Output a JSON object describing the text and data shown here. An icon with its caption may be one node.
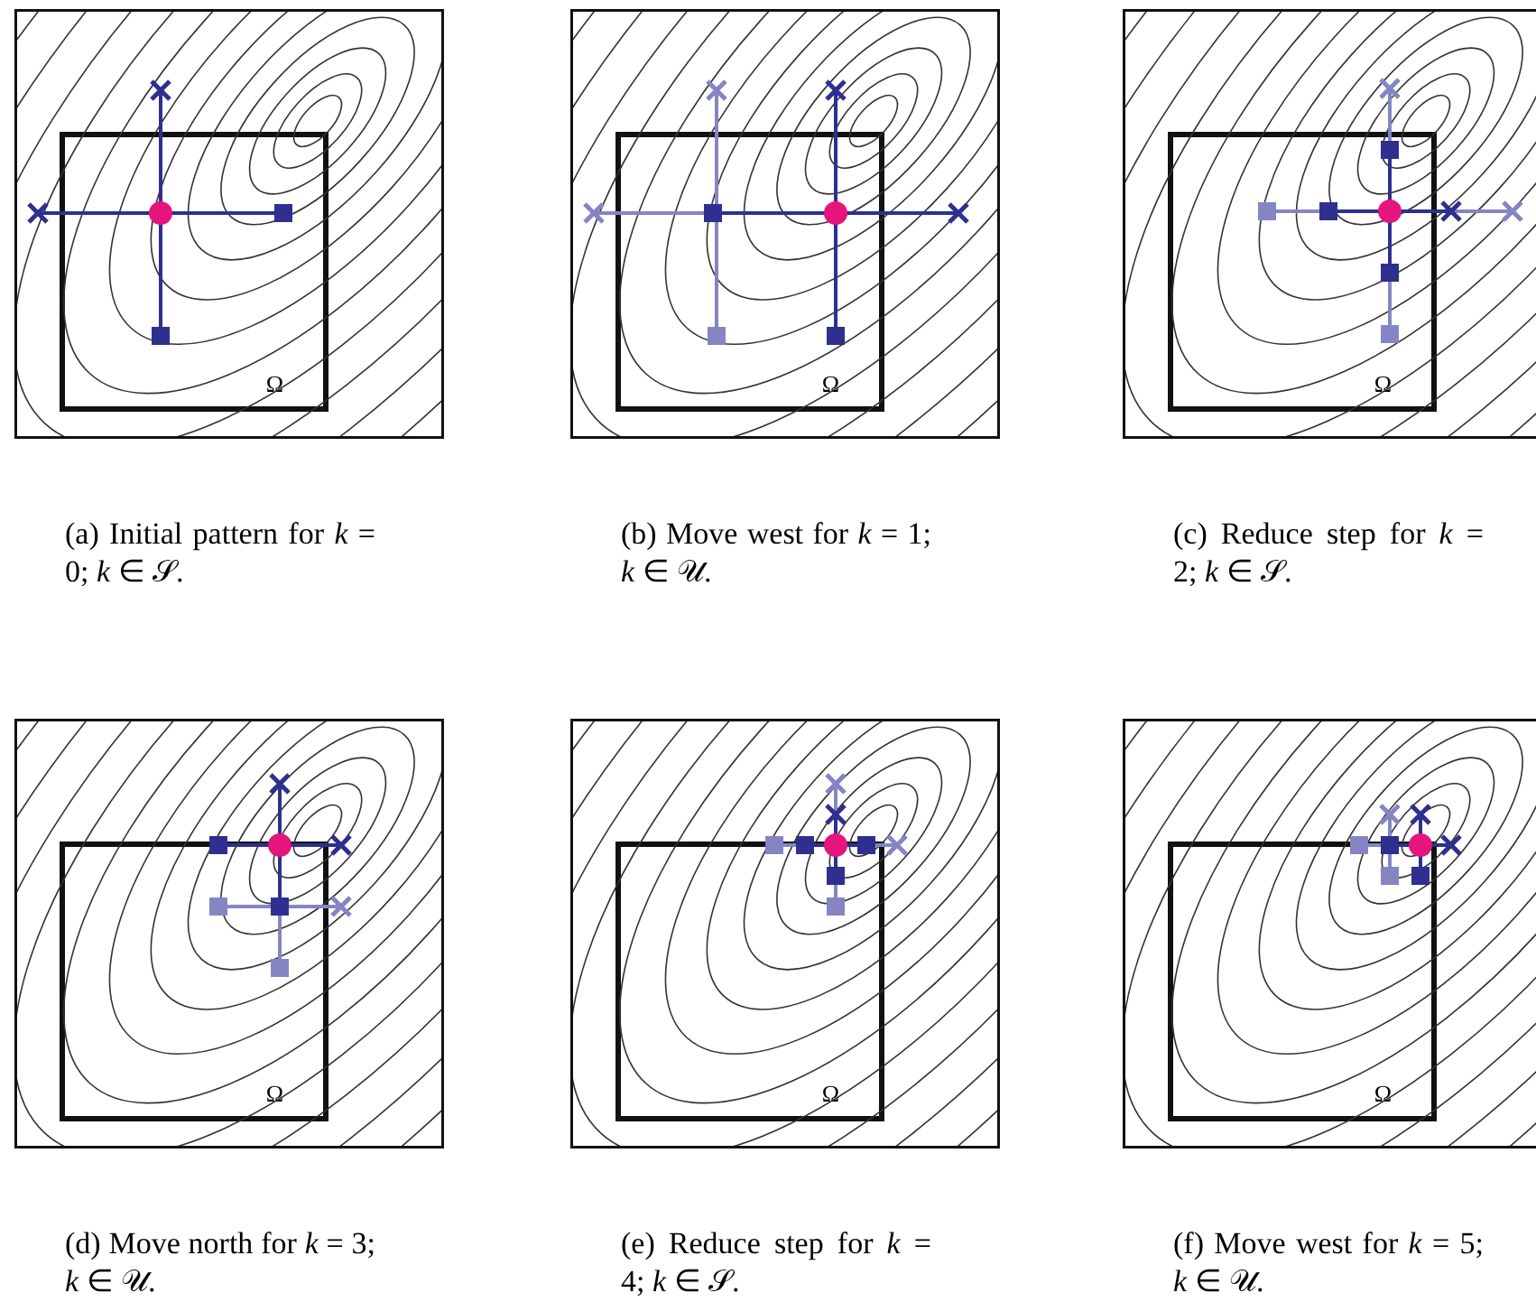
{
  "diagram": {
    "nodes": [
      {
        "text": [
          "Ω"
        ]
      },
      {
        "text": [
          "Ω"
        ]
      },
      {
        "text": [
          "Ω"
        ]
      },
      {
        "text": [
          "Ω"
        ]
      },
      {
        "text": [
          "Ω"
        ]
      },
      {
        "text": [
          "Ω"
        ]
      }
    ],
    "labels": [
      "(a) Initial pattern for *k* = 0; *k* ∈ 𝒮.",
      "(b) Move west for *k* = 1; *k* ∈ 𝒰.",
      "(c) Reduce step for *k* = 2; *k* ∈ 𝒮.",
      "(d) Move north for *k* = 3; *k* ∈ 𝒰.",
      "(e) Reduce step for *k* = 4; *k* ∈ 𝒮.",
      "(f) Move west for *k* = 5; *k* ∈ 𝒰."
    ]
  }
}
